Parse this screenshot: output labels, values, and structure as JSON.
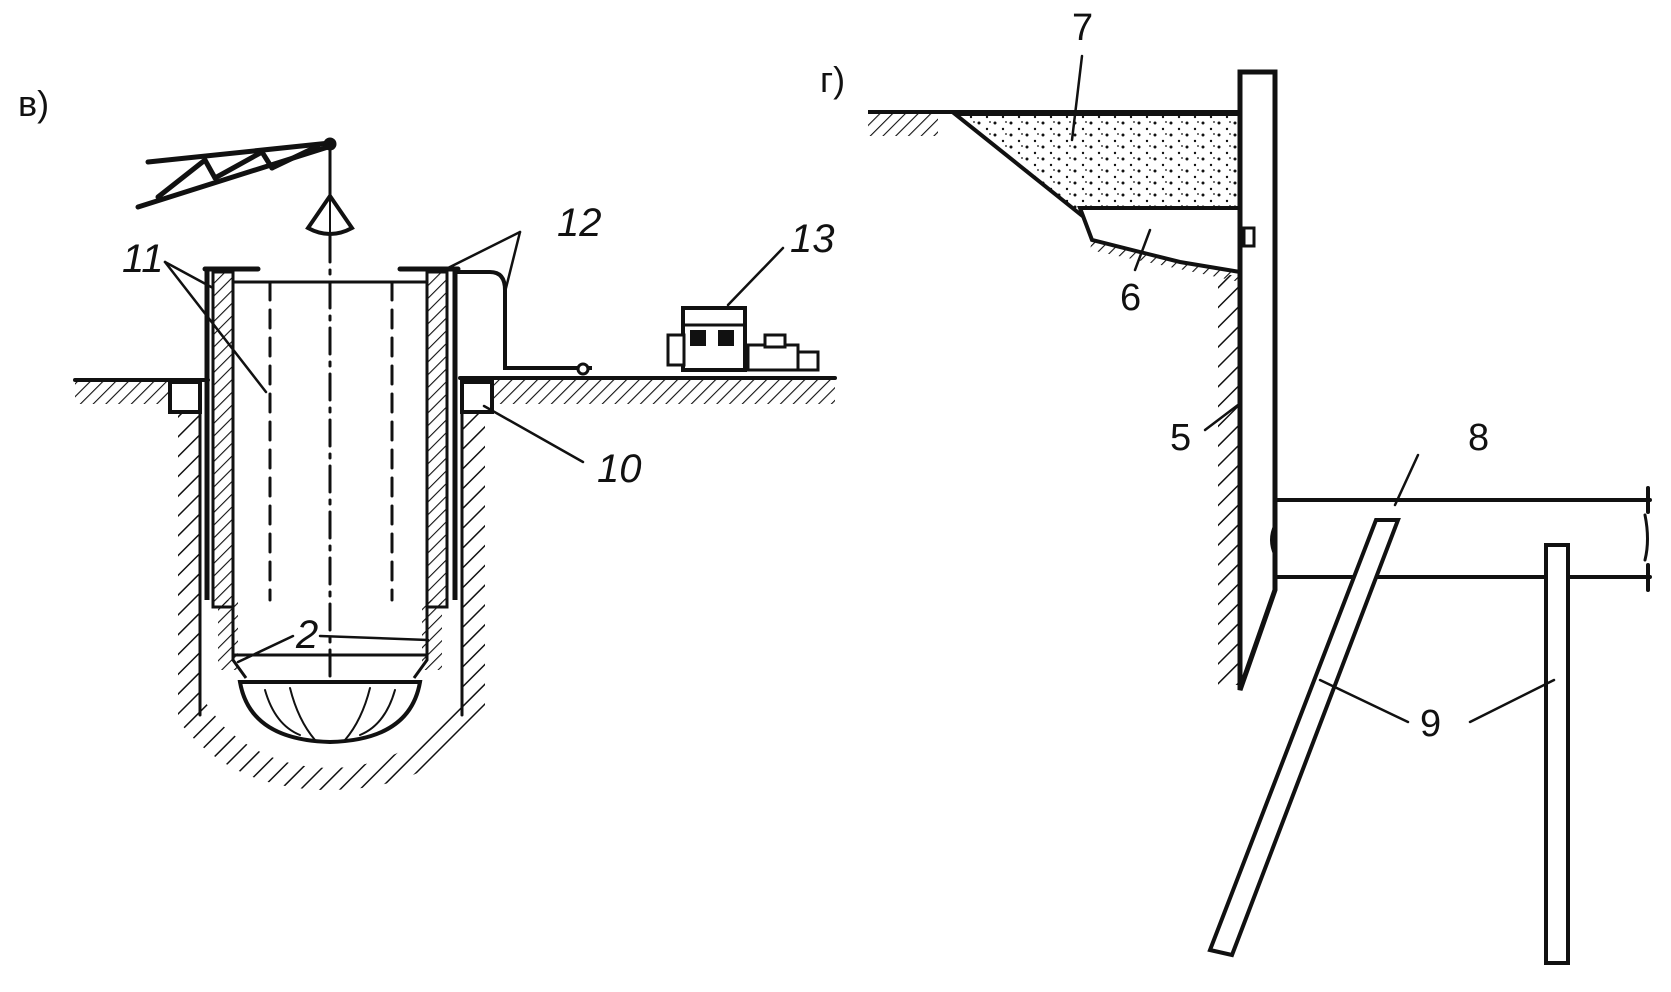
{
  "panels": [
    {
      "id": "v",
      "label": "в)"
    },
    {
      "id": "g",
      "label": "г)"
    }
  ],
  "labels": {
    "v_2": "2",
    "v_10": "10",
    "v_11": "11",
    "v_12": "12",
    "v_13": "13",
    "g_5": "5",
    "g_6": "6",
    "g_7": "7",
    "g_8": "8",
    "g_9": "9"
  },
  "colors": {
    "ink": "#111111",
    "background": "#ffffff"
  }
}
